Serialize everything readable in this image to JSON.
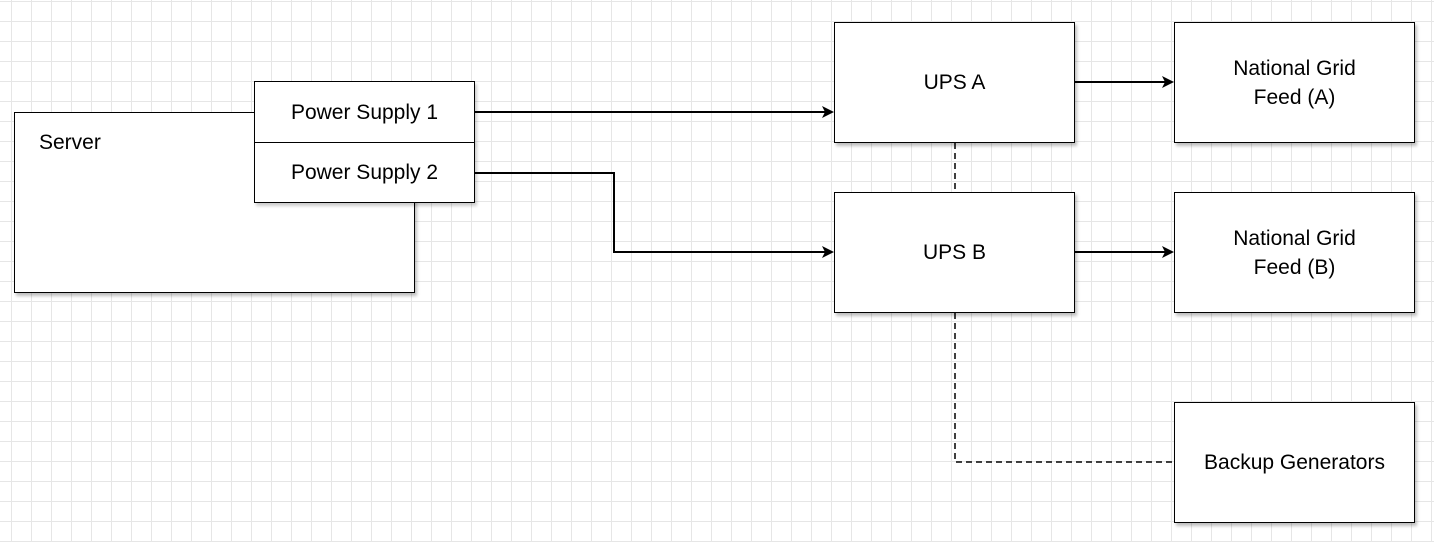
{
  "diagram": {
    "nodes": {
      "server": {
        "label": "Server"
      },
      "power_supply_1": {
        "label": "Power Supply 1"
      },
      "power_supply_2": {
        "label": "Power Supply 2"
      },
      "ups_a": {
        "label": "UPS A"
      },
      "ups_b": {
        "label": "UPS B"
      },
      "grid_a": {
        "label": "National Grid\nFeed (A)"
      },
      "grid_b": {
        "label": "National Grid\nFeed (B)"
      },
      "backup": {
        "label": "Backup Generators"
      }
    },
    "edges": [
      {
        "from": "power_supply_1",
        "to": "ups_a",
        "style": "solid",
        "arrow": true
      },
      {
        "from": "power_supply_2",
        "to": "ups_b",
        "style": "solid",
        "arrow": true
      },
      {
        "from": "ups_a",
        "to": "grid_a",
        "style": "solid",
        "arrow": true
      },
      {
        "from": "ups_b",
        "to": "grid_b",
        "style": "solid",
        "arrow": true
      },
      {
        "from": "ups_a",
        "to": "ups_b",
        "style": "dashed",
        "arrow": false
      },
      {
        "from": "ups_b",
        "to": "backup",
        "style": "dashed",
        "arrow": false
      }
    ],
    "colors": {
      "stroke": "#000000",
      "fill": "#ffffff",
      "grid": "#e6e6e6"
    }
  }
}
